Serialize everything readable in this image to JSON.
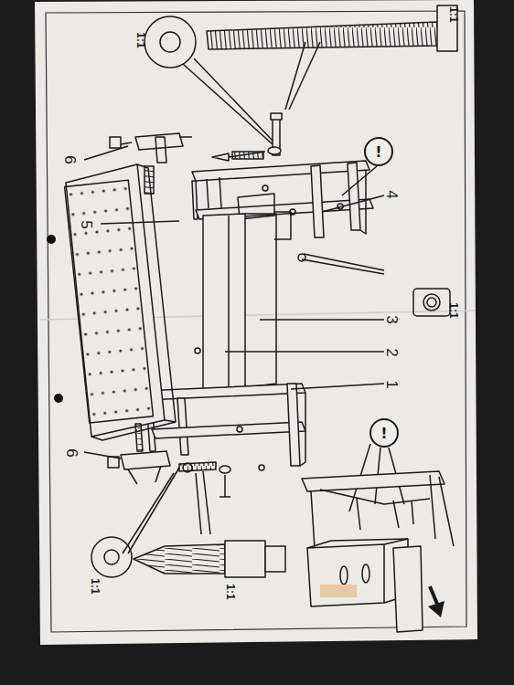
{
  "diagram": {
    "nodes": [
      {
        "text": [
          "!"
        ]
      },
      {
        "text": [
          "!"
        ]
      }
    ],
    "labels": [
      "1:1",
      "1:1",
      "6",
      "5",
      "4",
      "1:1",
      "3",
      "2",
      "1",
      "6",
      "1:1",
      "1:1"
    ]
  }
}
